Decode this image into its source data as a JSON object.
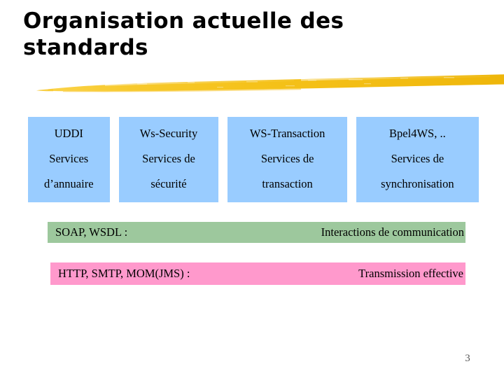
{
  "slide": {
    "title": "Organisation actuelle des\nstandards",
    "page_number": "3",
    "background_color": "#ffffff",
    "accent_color": "#f5c21a"
  },
  "decoration": {
    "brush_stroke": {
      "name": "yellow-brush-stroke",
      "color": "#f5c21a",
      "color_light": "#fbd34a"
    }
  },
  "standards_row": [
    {
      "key": "uddi",
      "color": "#99ccff",
      "lines": [
        "UDDI",
        "Services",
        "d’annuaire"
      ]
    },
    {
      "key": "ws-security",
      "color": "#99ccff",
      "lines": [
        "Ws-Security",
        "Services de",
        "sécurité"
      ]
    },
    {
      "key": "ws-transaction",
      "color": "#99ccff",
      "lines": [
        "WS-Transaction",
        "Services de",
        "transaction"
      ]
    },
    {
      "key": "bpel4ws",
      "color": "#99ccff",
      "lines": [
        "Bpel4WS, ..",
        "Services de",
        "synchronisation"
      ]
    }
  ],
  "layers": [
    {
      "key": "communication-layer",
      "color": "#9dc89d",
      "left_label": "SOAP, WSDL :",
      "right_label": "Interactions de communication"
    },
    {
      "key": "transport-layer",
      "color": "#ff99cc",
      "left_label": "HTTP, SMTP, MOM(JMS) :",
      "right_label": "Transmission effective"
    }
  ]
}
